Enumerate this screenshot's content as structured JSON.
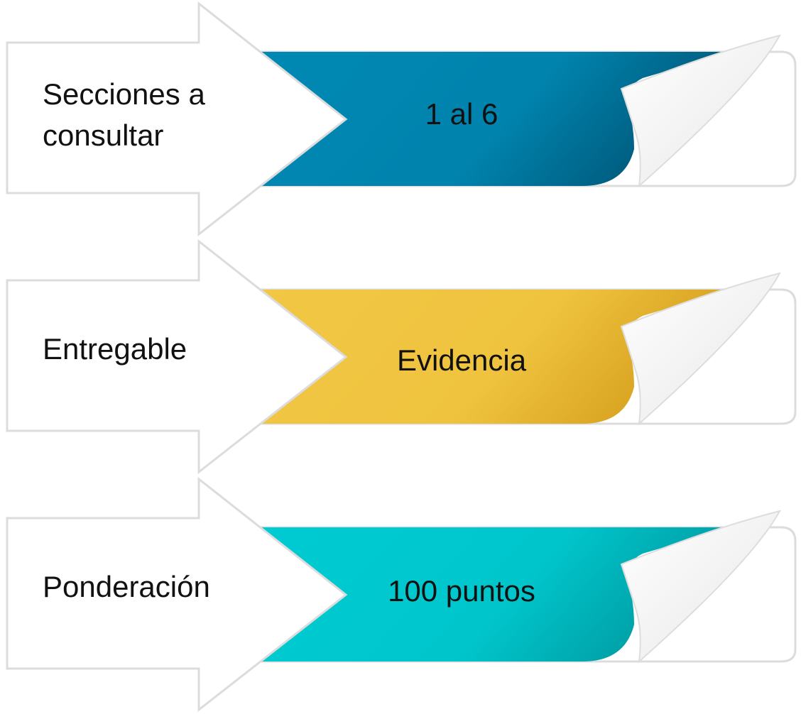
{
  "colors": {
    "row_1_band": "#0086b0",
    "row_2_band": "#f0c540",
    "row_3_band": "#00c9cf",
    "arrow_fill": "#ffffff",
    "arrow_stroke": "#dcdcdc",
    "curl_fill": "#f2f2f2"
  },
  "rows": [
    {
      "label": "Secciones a\nconsultar",
      "value": "1 al 6"
    },
    {
      "label": "Entregable",
      "value": "Evidencia"
    },
    {
      "label": "Ponderación",
      "value": "100 puntos"
    }
  ]
}
